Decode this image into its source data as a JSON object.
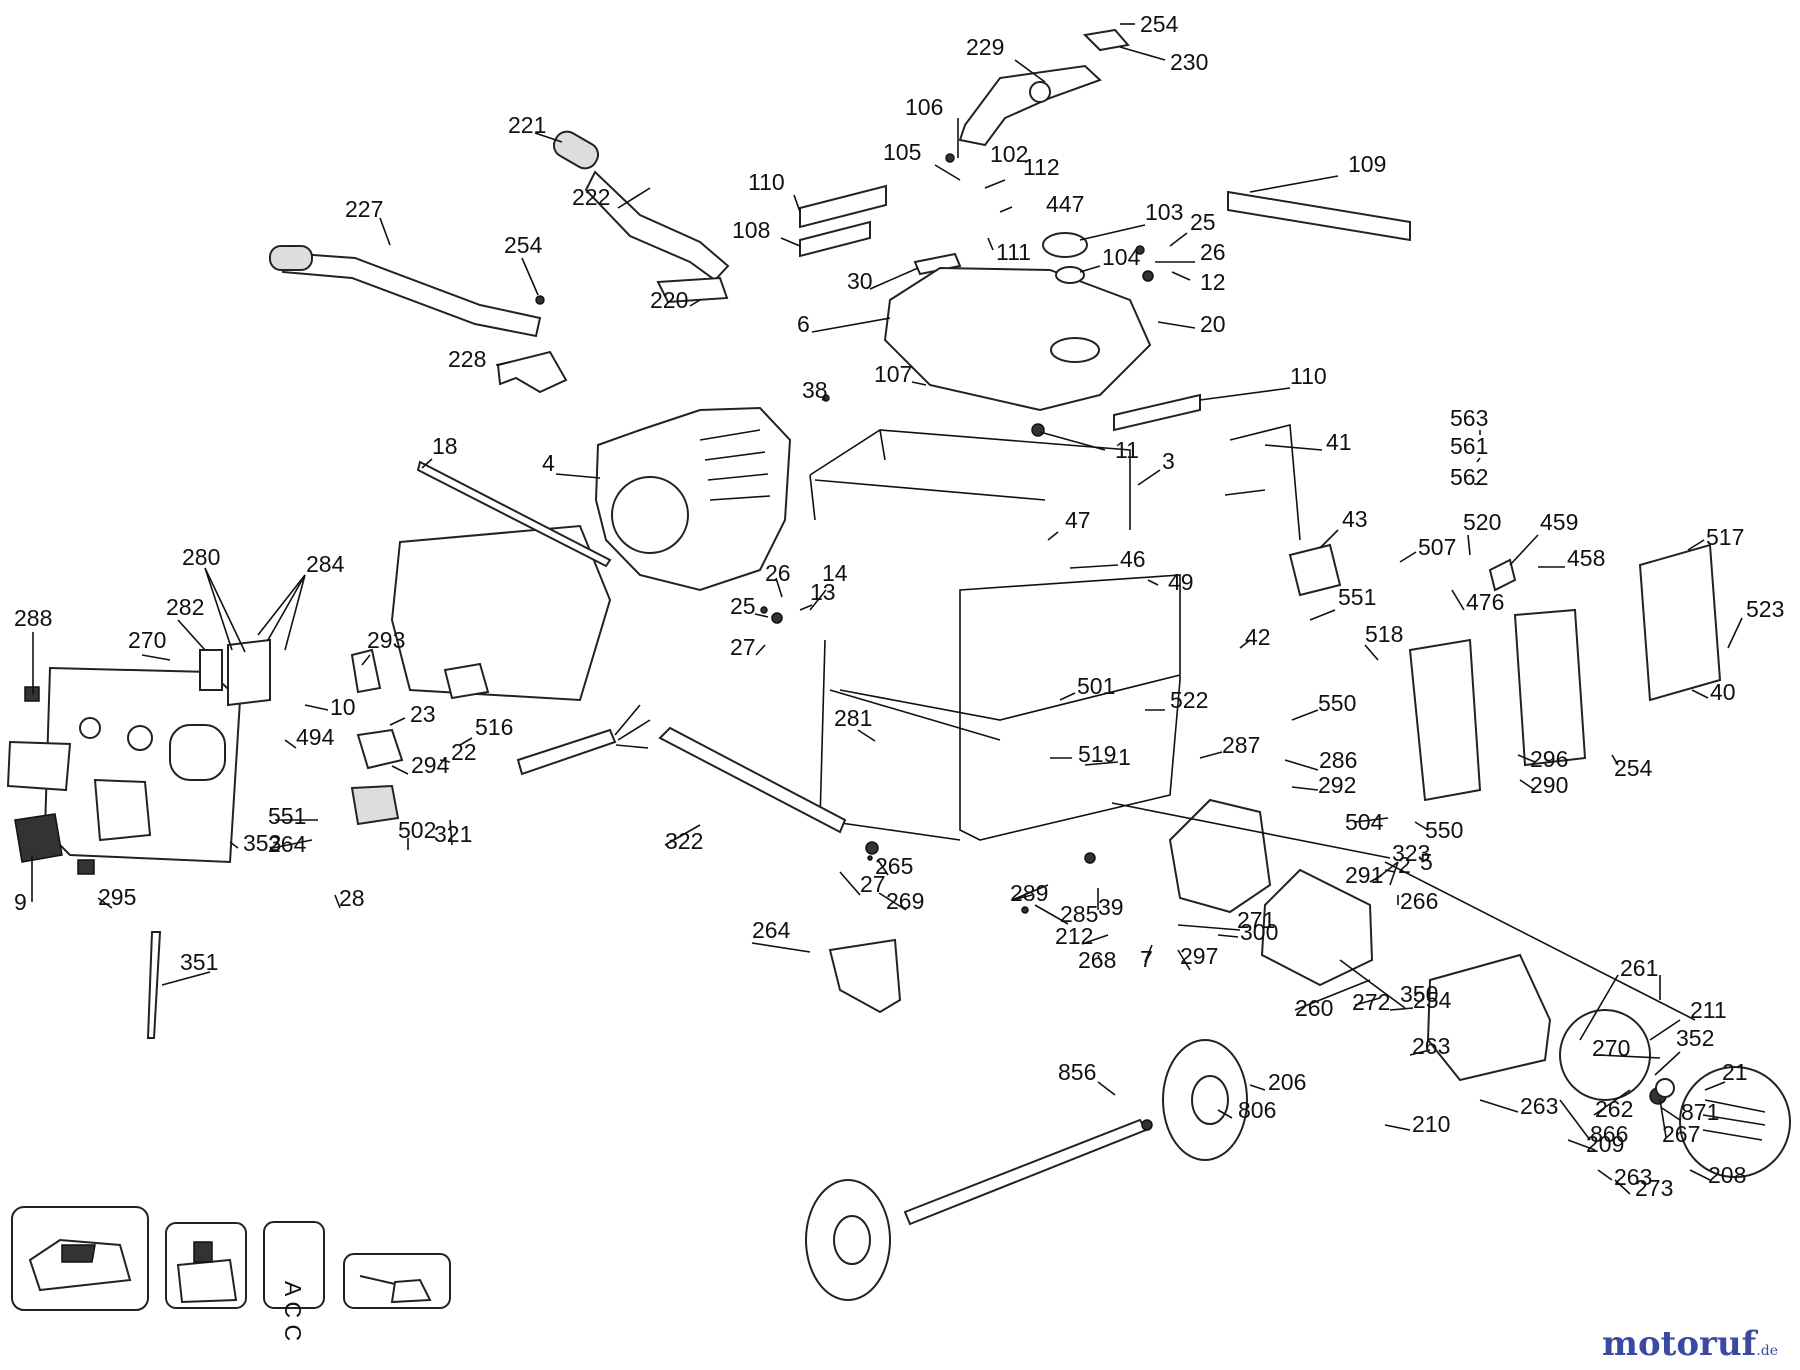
{
  "watermark": {
    "brand": "moto",
    "brand_accent": "ruf",
    "tld": ".de"
  },
  "colors": {
    "line": "#111111",
    "watermark": "#3a4aa0"
  },
  "labels": [
    "254",
    "230",
    "229",
    "221",
    "106",
    "105",
    "102",
    "112",
    "447",
    "103",
    "110",
    "108",
    "109",
    "222",
    "227",
    "254",
    "111",
    "25",
    "104",
    "26",
    "12",
    "20",
    "220",
    "30",
    "6",
    "228",
    "107",
    "38",
    "110",
    "11",
    "18",
    "4",
    "3",
    "41",
    "563",
    "561",
    "562",
    "280",
    "284",
    "47",
    "46",
    "43",
    "459",
    "507",
    "520",
    "458",
    "517",
    "476",
    "26",
    "14",
    "49",
    "288",
    "282",
    "270",
    "293",
    "25",
    "13",
    "27",
    "42",
    "518",
    "523",
    "551",
    "40",
    "501",
    "522",
    "550",
    "10",
    "23",
    "516",
    "281",
    "287",
    "286",
    "254",
    "1",
    "519",
    "494",
    "22",
    "294",
    "292",
    "290",
    "296",
    "504",
    "550",
    "551",
    "264",
    "502",
    "321",
    "322",
    "291",
    "2",
    "265",
    "5",
    "27",
    "266",
    "323",
    "289",
    "300",
    "353",
    "28",
    "285",
    "295",
    "9",
    "269",
    "39",
    "212",
    "268",
    "351",
    "7",
    "297",
    "264",
    "271",
    "272",
    "260",
    "350",
    "261",
    "263",
    "270",
    "254",
    "211",
    "352",
    "267",
    "210",
    "263",
    "21",
    "262",
    "209",
    "273",
    "263",
    "871",
    "866",
    "856",
    "806",
    "208",
    "206"
  ],
  "accessory_text": "A C C"
}
